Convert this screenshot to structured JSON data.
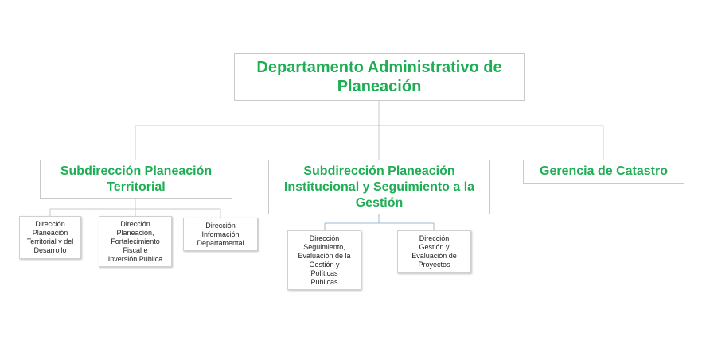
{
  "diagram": {
    "root": {
      "label": "Departamento Administrativo de\nPlaneación"
    },
    "level1": [
      {
        "label": "Subdirección Planeación\nTerritorial"
      },
      {
        "label": "Subdirección Planeación\nInstitucional y Seguimiento a la\nGestión"
      },
      {
        "label": "Gerencia de Catastro"
      }
    ],
    "territorial_children": [
      {
        "label": "Dirección\nPlaneación\nTerritorial y del\nDesarrollo"
      },
      {
        "label": "Dirección\nPlaneación,\nFortalecimiento\nFiscal e\nInversión Pública"
      },
      {
        "label": "Dirección\nInformación\nDepartamental"
      }
    ],
    "institucional_children": [
      {
        "label": "Dirección\nSeguimiento,\nEvaluación de la\nGestión y\nPolíticas\nPúblicas"
      },
      {
        "label": "Dirección\nGestión y\nEvaluación de\nProyectos"
      }
    ],
    "colors": {
      "accent_green": "#1fae55",
      "border_gray": "#c9c9c9",
      "connector_gray": "#c8c8c8",
      "connector_blue": "#9bb9d0",
      "text_dark": "#222222"
    }
  }
}
